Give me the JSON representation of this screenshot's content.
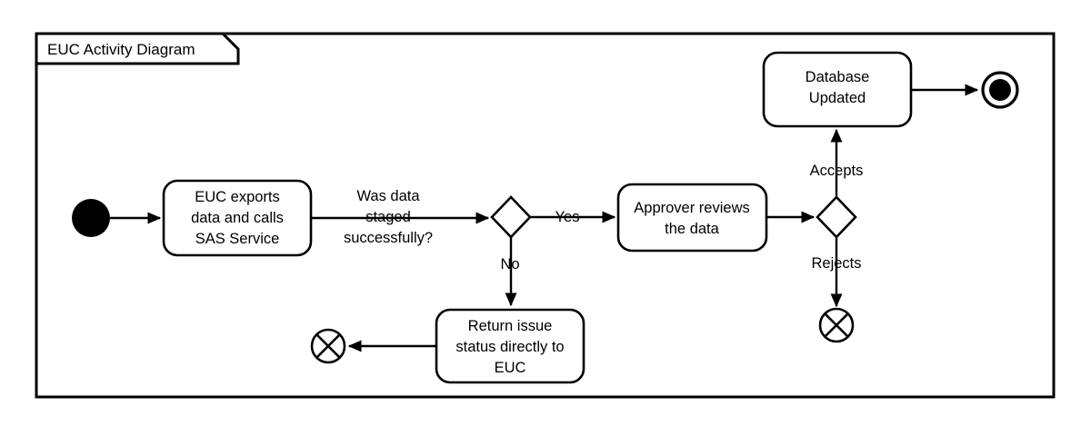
{
  "diagram": {
    "kind": "uml-activity-diagram",
    "frame_label": "EUC Activity Diagram",
    "colors": {
      "background": "#ffffff",
      "stroke": "#000000",
      "node_fill": "#ffffff",
      "text": "#000000"
    },
    "nodes": {
      "initial": {
        "type": "initial-node",
        "label": ""
      },
      "euc_export": {
        "type": "action",
        "lines": [
          "EUC exports",
          "data and calls",
          "SAS Service"
        ]
      },
      "staged_decision": {
        "type": "decision",
        "label": ""
      },
      "approver_review": {
        "type": "action",
        "lines": [
          "Approver reviews",
          "the data"
        ]
      },
      "approval_decision": {
        "type": "decision",
        "label": ""
      },
      "database_updated": {
        "type": "action",
        "lines": [
          "Database",
          "Updated"
        ]
      },
      "return_issue": {
        "type": "action",
        "lines": [
          "Return issue",
          "status directly to",
          "EUC"
        ]
      },
      "final": {
        "type": "activity-final-node",
        "label": ""
      },
      "flow_final_issue": {
        "type": "flow-final-node",
        "label": ""
      },
      "flow_final_rejects": {
        "type": "flow-final-node",
        "label": ""
      }
    },
    "floating_text": {
      "staged_question": [
        "Was data",
        "staged",
        "successfully?"
      ]
    },
    "edge_labels": {
      "yes": "Yes",
      "no": "No",
      "accepts": "Accepts",
      "rejects": "Rejects"
    }
  }
}
